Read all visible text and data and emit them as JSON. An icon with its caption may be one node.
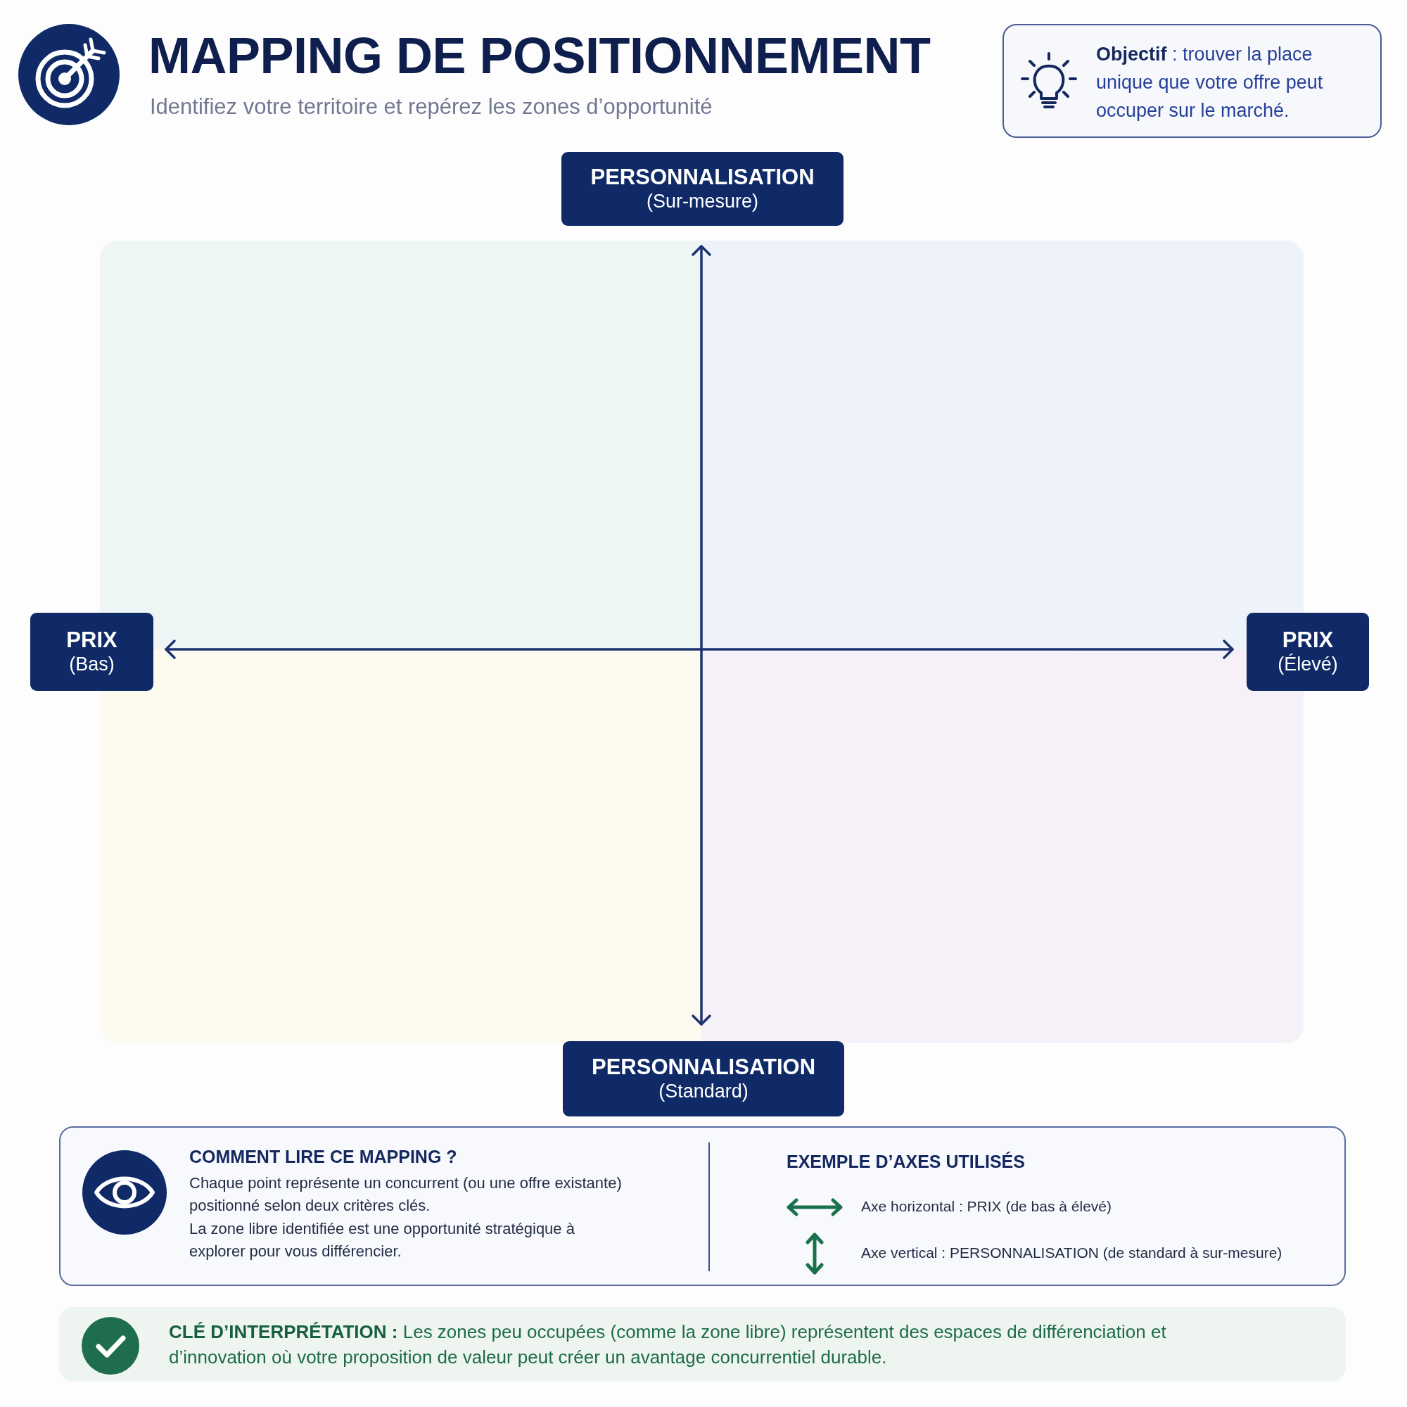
{
  "diagram": {
    "title": "MAPPING DE POSITIONNEMENT",
    "nodes": [
      {
        "text": [
          "**Objectif** : trouver la place unique que votre offre peut occuper sur le marché."
        ]
      },
      {
        "text": [
          "PERSONNALISATION",
          "(Sur-mesure)"
        ]
      },
      {
        "text": [
          "PRIX",
          "(Bas)"
        ]
      },
      {
        "text": [
          "PRIX",
          "(Élevé)"
        ]
      },
      {
        "text": [
          "PERSONNALISATION",
          "(Standard)"
        ]
      },
      {
        "text": [
          "COMMENT LIRE CE MAPPING ?",
          "Chaque point représente un concurrent (ou une offre existante) positionné selon deux critères clés.",
          "La zone libre identifiée est une opportunité stratégique à explorer pour vous différencier.",
          "EXEMPLE D’AXES UTILISÉS"
        ]
      },
      {
        "text": [
          "**CLÉ D’INTERPRÉTATION :** Les zones peu occupées (comme la zone libre) représentent des espaces de différenciation et d’innovation où votre proposition de valeur peut créer un avantage concurrentiel durable."
        ]
      }
    ],
    "labels": [
      "Identifiez votre territoire et repérez les zones d’opportunité"
    ],
    "legend": [
      {
        "text": "Axe horizontal : PRIX (de bas à élevé)"
      },
      {
        "text": "Axe vertical : PERSONNALISATION (de standard à sur-mesure)"
      }
    ]
  }
}
